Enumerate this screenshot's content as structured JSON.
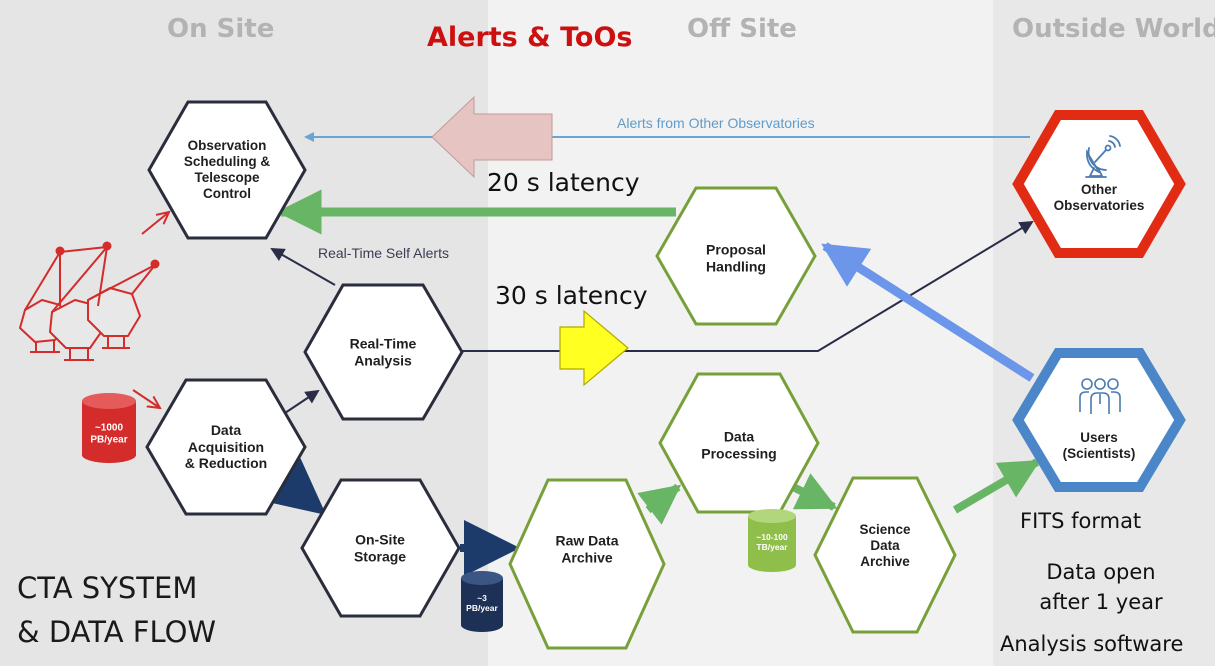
{
  "zones": {
    "on_site": "On Site",
    "off_site": "Off Site",
    "outside_world": "Outside World"
  },
  "alerts_toos": "Alerts & ToOs",
  "nodes": {
    "observation_scheduling": "Observation\nScheduling &\nTelescope\nControl",
    "real_time_analysis": "Real-Time\nAnalysis",
    "data_acquisition": "Data\nAcquisition\n& Reduction",
    "on_site_storage": "On-Site\nStorage",
    "raw_data_archive": "Raw Data\nArchive",
    "data_processing": "Data\nProcessing",
    "science_data_archive": "Science\nData\nArchive",
    "proposal_handling": "Proposal\nHandling",
    "other_observatories": "Other\nObservatories",
    "users": "Users\n(Scientists)"
  },
  "edge_labels": {
    "alerts_from_other": "Alerts from Other Observatories",
    "real_time_self_alerts": "Real-Time Self Alerts",
    "latency_20": "20 s latency",
    "latency_30": "30 s latency"
  },
  "storage_rates": {
    "camera": "~1000\nPB/year",
    "on_site": "~3\nPB/year",
    "science": "~10-100\nTB/year"
  },
  "notes": {
    "fits_format": "FITS format",
    "data_open": "Data open\nafter 1 year",
    "analysis_software": "Analysis software"
  },
  "system_title": {
    "line1": "CTA SYSTEM",
    "line2": "& DATA FLOW"
  },
  "colors": {
    "on_site_bg": "#e5e5e5",
    "off_site_bg": "#f2f2f2",
    "outside_bg": "#e8e8e8",
    "onsite_hex": "#2a2d3c",
    "offsite_hex": "#78a03a",
    "observatories_hex": "#e12b12",
    "users_hex": "#4a86c8",
    "telescope_red": "#d42b2b",
    "alerts_red": "#cc1010",
    "green_arrow": "#68b565",
    "navy_arrow": "#1c3a6a",
    "light_blue_line": "#6aa4d2",
    "blue_arrow": "#6c96ea",
    "yellow_arrow": "#ffff22",
    "pink_arrow": "#e6c4c2",
    "disk_green": "#8fbf4a",
    "disk_navy": "#1d3156"
  },
  "icons": {
    "observatories": "satellite-dish-icon",
    "users": "user-group-icon",
    "telescopes": "telescope-array-icon"
  }
}
